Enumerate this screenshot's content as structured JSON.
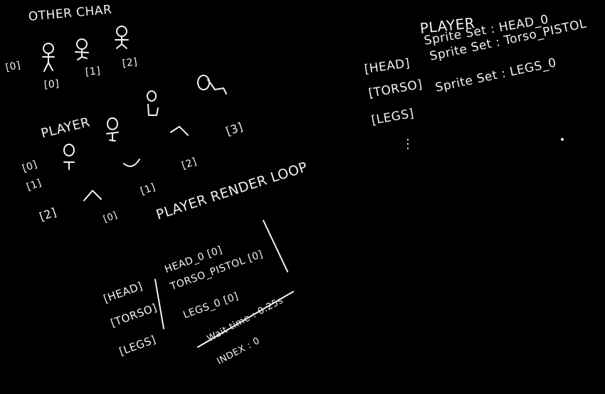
{
  "other_char": {
    "title": "OTHER CHAR",
    "left_index": "[0]",
    "labels": [
      "[0]",
      "[1]",
      "[2]"
    ]
  },
  "player_sprites": {
    "title": "PLAYER",
    "row_labels": [
      "[0]",
      "[1]",
      "[2]"
    ],
    "col_labels": [
      "[0]",
      "[1]",
      "[2]",
      "[3]"
    ]
  },
  "render_loop": {
    "title": "PLAYER RENDER LOOP",
    "parts": [
      {
        "label": "[HEAD]",
        "value": "HEAD_0 [0]"
      },
      {
        "label": "[TORSO]",
        "value": "TORSO_PISTOL [0]"
      },
      {
        "label": "[LEGS]",
        "value": "LEGS_0 [0]"
      }
    ],
    "wait_time": "Wait time : 0.25s",
    "index": "INDEX : 0"
  },
  "player_sets": {
    "title": "PLAYER",
    "rows": [
      {
        "label": "[HEAD]",
        "value": "Sprite Set : HEAD_0"
      },
      {
        "label": "[TORSO]",
        "value": "Sprite Set : Torso_PISTOL"
      },
      {
        "label": "[LEGS]",
        "value": "Sprite Set : LEGS_0"
      }
    ],
    "ellipsis": "⋮"
  }
}
